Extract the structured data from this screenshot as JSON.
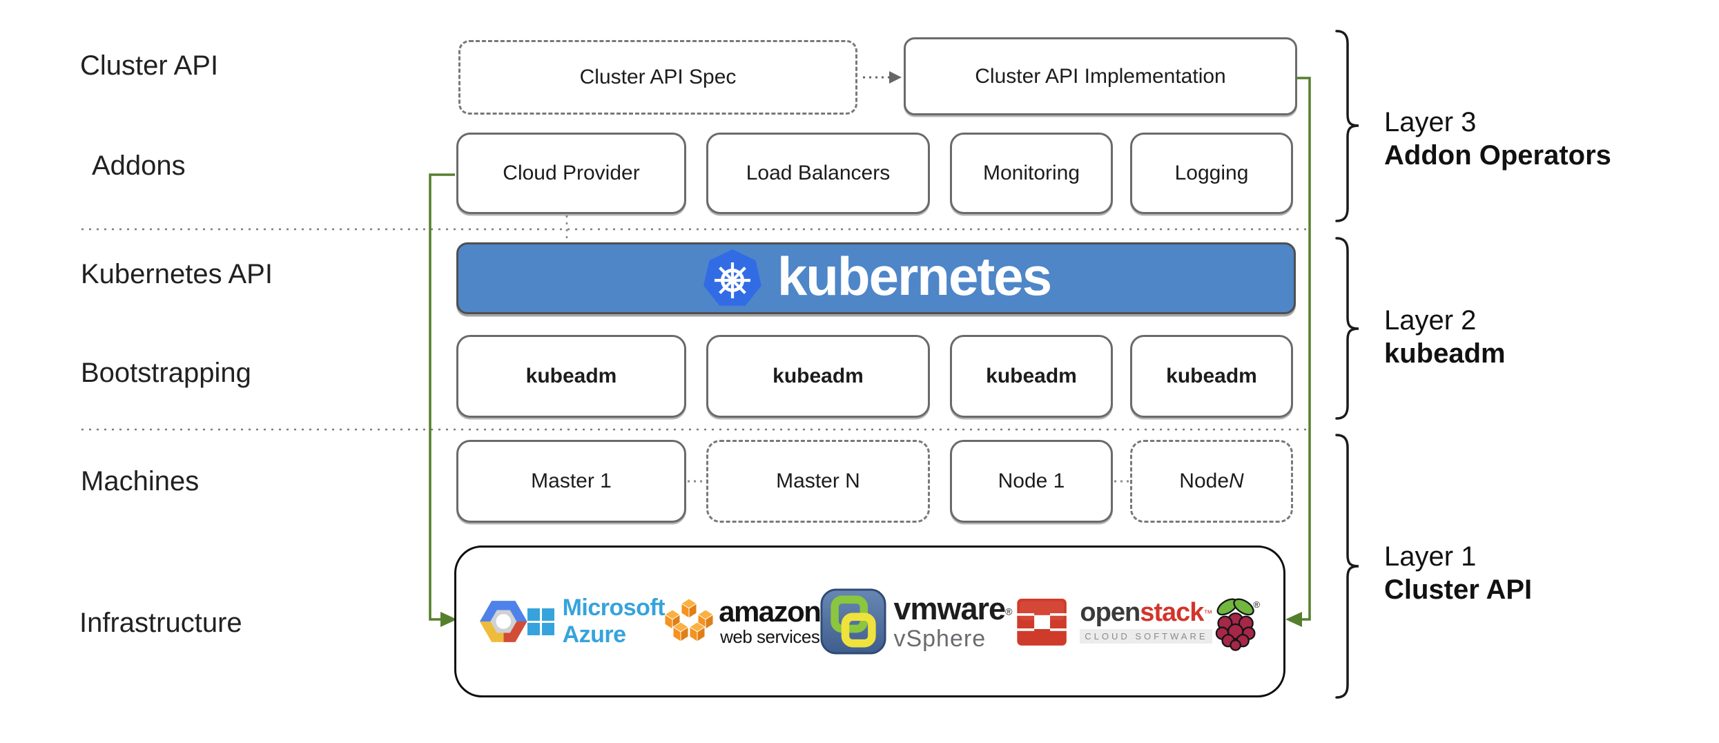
{
  "left_labels": {
    "cluster_api": "Cluster API",
    "addons": "Addons",
    "kubernetes_api": "Kubernetes API",
    "bootstrapping": "Bootstrapping",
    "machines": "Machines",
    "infrastructure": "Infrastructure"
  },
  "top_row": {
    "spec": "Cluster API Spec",
    "implementation": "Cluster API Implementation"
  },
  "addons_row": {
    "cloud_provider": "Cloud Provider",
    "load_balancers": "Load Balancers",
    "monitoring": "Monitoring",
    "logging": "Logging"
  },
  "banner": {
    "wordmark": "kubernetes"
  },
  "bootstrapping_row": {
    "b1": "kubeadm",
    "b2": "kubeadm",
    "b3": "kubeadm",
    "b4": "kubeadm"
  },
  "machines_row": {
    "master1": "Master 1",
    "masterN": "Master N",
    "node1": "Node 1",
    "nodeN_prefix": "Node ",
    "nodeN_suffix": "N"
  },
  "infrastructure_logos": {
    "azure_label": "Microsoft Azure",
    "aws_word": "amazon",
    "aws_sub": "web services",
    "vmware_word": "vmware",
    "vmware_reg": "®",
    "vmware_sub": "vSphere",
    "openstack_open": "open",
    "openstack_stack": "stack",
    "openstack_tm": "™",
    "openstack_sub": "CLOUD SOFTWARE",
    "raspberry_reg": "®"
  },
  "layer_labels": {
    "layer3_title": "Layer 3",
    "layer3_name": "Addon Operators",
    "layer2_title": "Layer 2",
    "layer2_name": "kubeadm",
    "layer1_title": "Layer 1",
    "layer1_name": "Cluster API"
  },
  "colors": {
    "banner_blue": "#4e86c8",
    "kubernetes_blue": "#326ce5",
    "connector_green": "#567f2d",
    "azure_blue": "#36a3dc",
    "aws_orange": "#f6921e",
    "vmware_green": "#8cc63e",
    "vmware_yellow": "#efe23c",
    "openstack_red": "#cf3b2a",
    "raspberry_crimson": "#a62748",
    "leaf_green": "#71b63e",
    "box_border_grey": "#6a6a6a"
  }
}
